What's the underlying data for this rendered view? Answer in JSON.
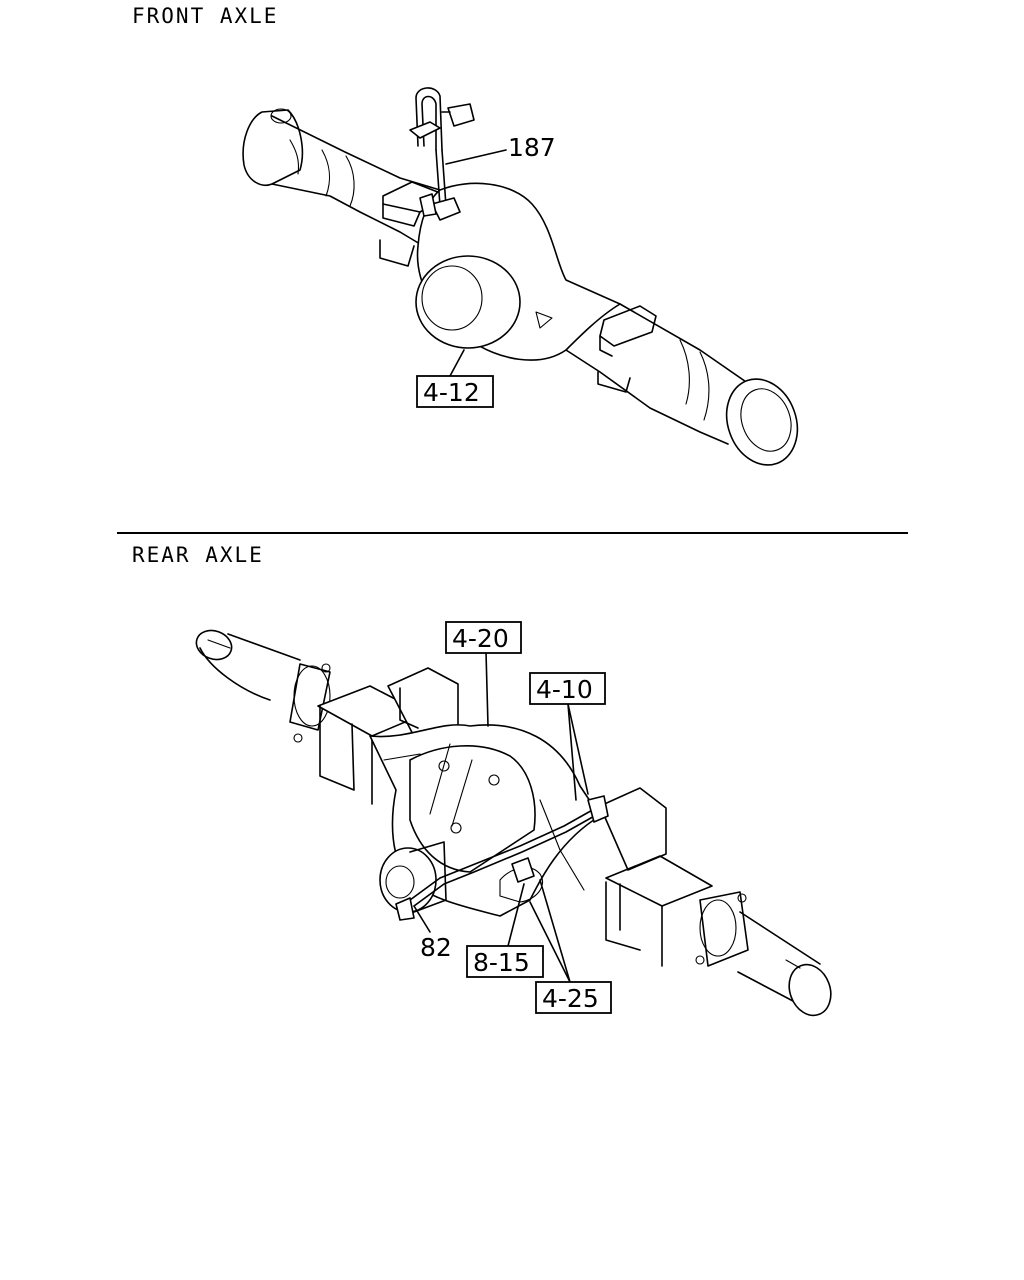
{
  "front_section": {
    "title": "FRONT AXLE",
    "callouts": [
      {
        "id": "187",
        "label": "187",
        "boxed": false
      },
      {
        "id": "4-12",
        "label": "4-12",
        "boxed": true
      }
    ]
  },
  "rear_section": {
    "title": "REAR AXLE",
    "callouts": [
      {
        "id": "4-20",
        "label": "4-20",
        "boxed": true
      },
      {
        "id": "4-10",
        "label": "4-10",
        "boxed": true
      },
      {
        "id": "82",
        "label": "82",
        "boxed": false
      },
      {
        "id": "8-15",
        "label": "8-15",
        "boxed": true
      },
      {
        "id": "4-25",
        "label": "4-25",
        "boxed": true
      }
    ]
  }
}
